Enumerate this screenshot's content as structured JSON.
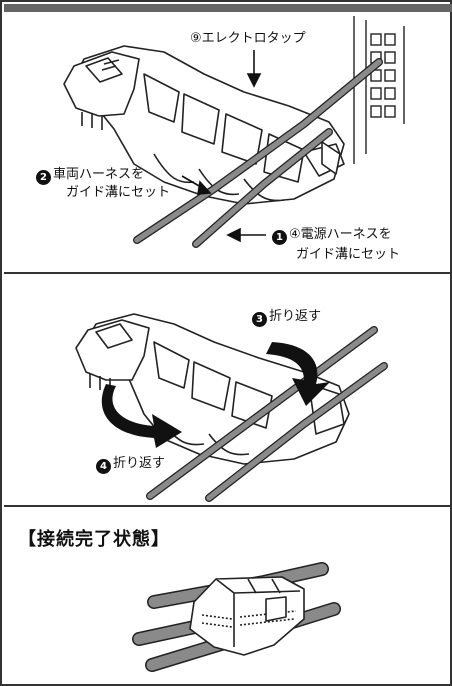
{
  "step1": {
    "tap_label": "⑨エレクトロタップ",
    "vehicle_num": "2",
    "vehicle_line1": "車両ハーネスを",
    "vehicle_line2": "ガイド溝にセット",
    "power_num": "1",
    "power_line1": "④電源ハーネスを",
    "power_line2": "ガイド溝にセット"
  },
  "step2": {
    "fold3_num": "3",
    "fold3_text": "折り返す",
    "fold4_num": "4",
    "fold4_text": "折り返す"
  },
  "step3": {
    "title": "【接続完了状態】"
  },
  "colors": {
    "wire": "#7a7a7a",
    "line": "#222222",
    "frame": "#333333"
  }
}
